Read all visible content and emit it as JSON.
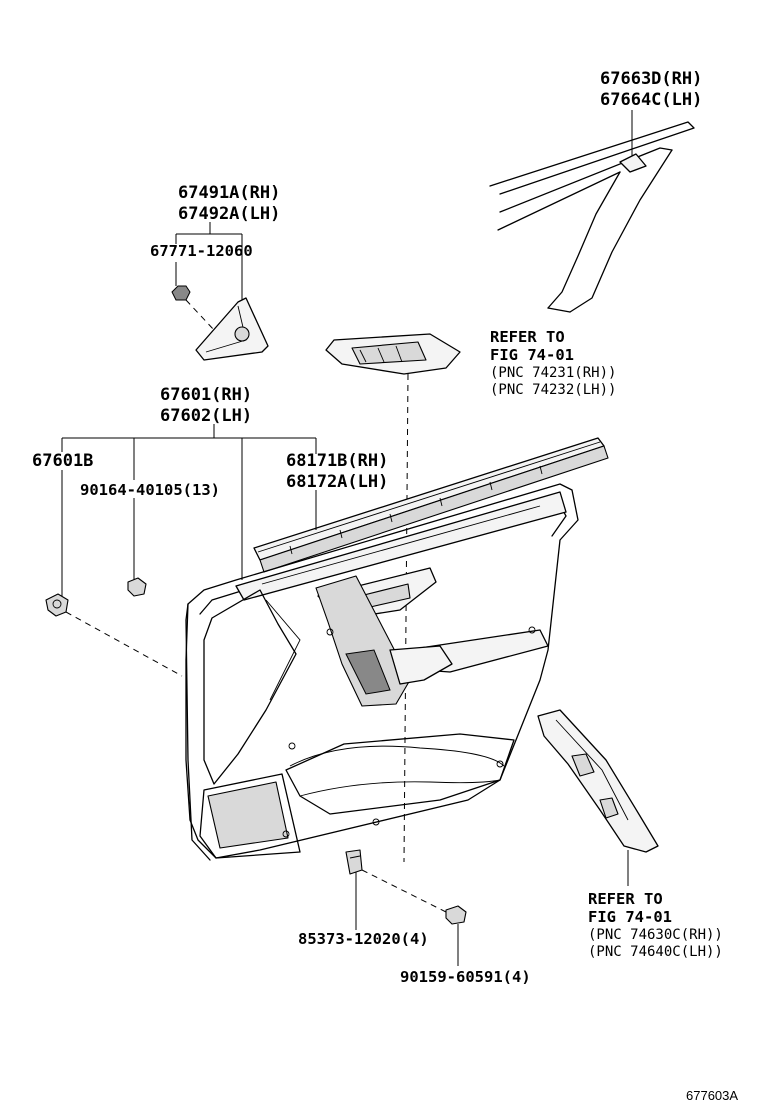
{
  "callouts": {
    "c67663": [
      "67663D(RH)",
      "67664C(LH)"
    ],
    "c67491": [
      "67491A(RH)",
      "67492A(LH)"
    ],
    "c67771": "67771-12060",
    "refer_top": [
      "REFER TO",
      "FIG 74-01",
      "(PNC 74231(RH))",
      "(PNC 74232(LH))"
    ],
    "c67601": [
      "67601(RH)",
      "67602(LH)"
    ],
    "c67601b": "67601B",
    "c90164": "90164-40105(13)",
    "c68171": [
      "68171B(RH)",
      "68172A(LH)"
    ],
    "refer_bottom": [
      "REFER TO",
      "FIG 74-01",
      "(PNC 74630C(RH))",
      "(PNC 74640C(LH))"
    ],
    "c85373": "85373-12020(4)",
    "c90159": "90159-60591(4)",
    "figure_id": "677603A"
  }
}
